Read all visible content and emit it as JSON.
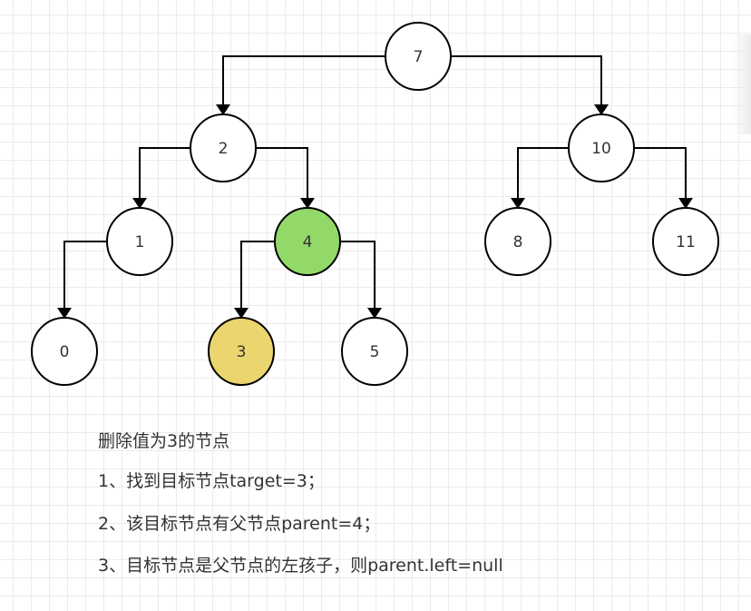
{
  "nodes": [
    {
      "id": "n7",
      "label": "7"
    },
    {
      "id": "n2",
      "label": "2"
    },
    {
      "id": "n10",
      "label": "10"
    },
    {
      "id": "n1",
      "label": "1"
    },
    {
      "id": "n4",
      "label": "4",
      "highlight": "parent"
    },
    {
      "id": "n8",
      "label": "8"
    },
    {
      "id": "n11",
      "label": "11"
    },
    {
      "id": "n0",
      "label": "0"
    },
    {
      "id": "n3",
      "label": "3",
      "highlight": "target"
    },
    {
      "id": "n5",
      "label": "5"
    }
  ],
  "edges": [
    {
      "from": "n7",
      "to": "n2"
    },
    {
      "from": "n7",
      "to": "n10"
    },
    {
      "from": "n2",
      "to": "n1"
    },
    {
      "from": "n2",
      "to": "n4"
    },
    {
      "from": "n10",
      "to": "n8"
    },
    {
      "from": "n10",
      "to": "n11"
    },
    {
      "from": "n1",
      "to": "n0"
    },
    {
      "from": "n4",
      "to": "n3"
    },
    {
      "from": "n4",
      "to": "n5"
    }
  ],
  "colors": {
    "parent": "#93d96a",
    "target": "#ead56e",
    "stroke": "#000000",
    "text": "#333333"
  },
  "notes": {
    "title": "删除值为3的节点",
    "step1": "1、找到目标节点target=3；",
    "step2": "2、该目标节点有父节点parent=4；",
    "step3": "3、目标节点是父节点的左孩子，则parent.left=null"
  }
}
